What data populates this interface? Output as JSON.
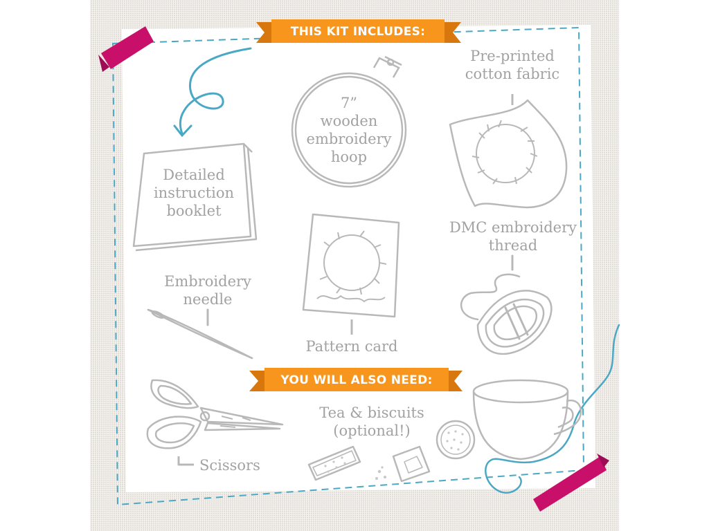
{
  "banners": {
    "kit_includes": "THIS KIT INCLUDES:",
    "also_need": "YOU WILL ALSO NEED:"
  },
  "items": {
    "hoop": [
      "7”",
      "wooden",
      "embroidery",
      "hoop"
    ],
    "fabric": [
      "Pre-printed",
      "cotton fabric"
    ],
    "booklet": [
      "Detailed",
      "instruction",
      "booklet"
    ],
    "thread": [
      "DMC embroidery",
      "thread"
    ],
    "needle": [
      "Embroidery",
      "needle"
    ],
    "pattern_card": "Pattern card",
    "tea": [
      "Tea & biscuits",
      "(optional!)"
    ],
    "scissors": "Scissors"
  },
  "colors": {
    "background_linen": "#ece9e4",
    "card": "#ffffff",
    "banner_orange": "#f7951d",
    "tape_magenta": "#c8106b",
    "thread_blue": "#4aa8c4",
    "illustration_grey": "#b8b8b8",
    "text_grey": "#a2a2a2"
  },
  "icons": [
    "embroidery-hoop-icon",
    "fabric-icon",
    "booklet-icon",
    "thread-skein-icon",
    "needle-icon",
    "pattern-card-icon",
    "scissors-icon",
    "teacup-icon",
    "biscuits-icon"
  ]
}
